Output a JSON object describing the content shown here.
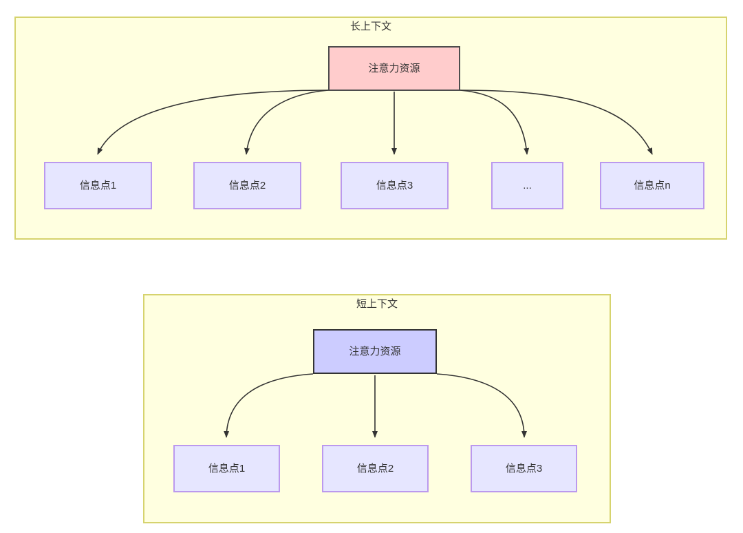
{
  "diagram": {
    "title_semantics": "attention-resource-allocation-long-vs-short-context",
    "colors": {
      "group_fill": "#ffffe0",
      "group_border": "#d6d36e",
      "root_long_fill": "#ffcccc",
      "root_long_border": "#4d4d4d",
      "root_short_fill": "#ccccff",
      "root_short_border": "#333333",
      "leaf_fill": "#e6e6ff",
      "leaf_border": "#bb99ee",
      "edge_stroke": "#333333",
      "text": "#333333",
      "page_background": "#ffffff"
    },
    "groups": [
      {
        "id": "long-context",
        "label": "长上下文",
        "root": {
          "id": "long-root",
          "label": "注意力资源"
        },
        "leaves": [
          {
            "id": "long-leaf-1",
            "label": "信息点1"
          },
          {
            "id": "long-leaf-2",
            "label": "信息点2"
          },
          {
            "id": "long-leaf-3",
            "label": "信息点3"
          },
          {
            "id": "long-leaf-ellipsis",
            "label": "..."
          },
          {
            "id": "long-leaf-n",
            "label": "信息点n"
          }
        ]
      },
      {
        "id": "short-context",
        "label": "短上下文",
        "root": {
          "id": "short-root",
          "label": "注意力资源"
        },
        "leaves": [
          {
            "id": "short-leaf-1",
            "label": "信息点1"
          },
          {
            "id": "short-leaf-2",
            "label": "信息点2"
          },
          {
            "id": "short-leaf-3",
            "label": "信息点3"
          }
        ]
      }
    ]
  }
}
